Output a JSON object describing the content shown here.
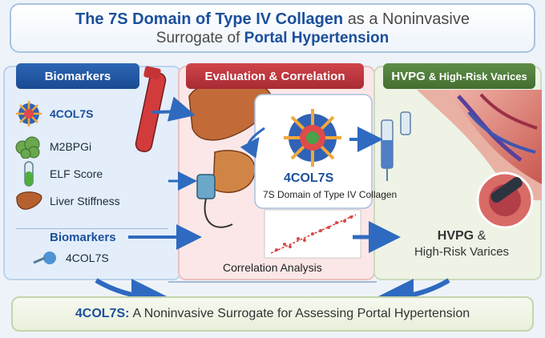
{
  "title": {
    "line1_strong": "The 7S Domain of Type IV Collagen",
    "line1_plain": "as a Noninvasive",
    "line2_plain": "Surrogate of",
    "line2_strong": "Portal Hypertension"
  },
  "tabs": {
    "left": "Biomarkers",
    "middle": "Evaluation & Correlation",
    "right_strong": "HVPG",
    "right_plain": "& High-Risk Varices"
  },
  "biomarkers": [
    {
      "label": "4COL7S",
      "icon": "collagen-molecule-icon"
    },
    {
      "label": "M2BPGi",
      "icon": "protein-cluster-icon"
    },
    {
      "label": "ELF Score",
      "icon": "test-tube-icon"
    },
    {
      "label": "Liver Stiffness",
      "icon": "liver-icon"
    }
  ],
  "left_lower": {
    "heading": "Biomarkers",
    "item": "4COL7S"
  },
  "middle": {
    "molecule_label": "4COL7S",
    "molecule_sublabel": "7S Domain of Type IV Collagen",
    "correlation_caption": "Correlation Analysis"
  },
  "right": {
    "outcome_line1_strong": "HVPG",
    "outcome_line1_plain": "&",
    "outcome_line2": "High-Risk Varices"
  },
  "conclusion": {
    "strong": "4COL7S:",
    "text": "A Noninvasive Surrogate for Assessing Portal Hypertension"
  },
  "colors": {
    "primary_blue": "#1b4f9c",
    "accent_red": "#c0363e",
    "accent_green": "#4f7d3a"
  }
}
